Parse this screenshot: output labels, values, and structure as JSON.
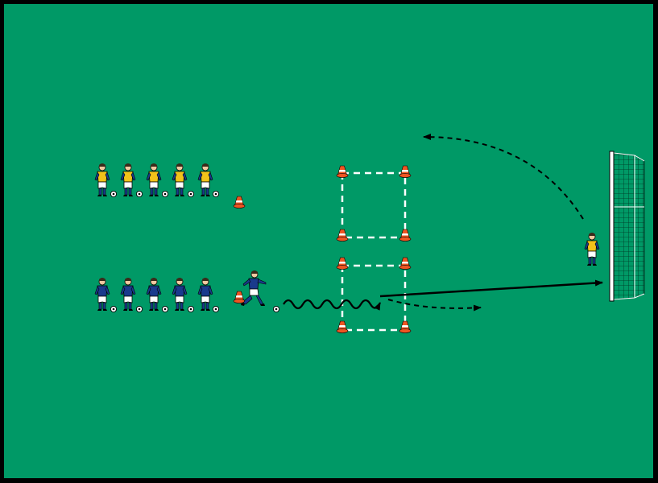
{
  "colors": {
    "border": "#000000",
    "pitch": "#009966",
    "team_yellow": "#f2c21a",
    "team_blue": "#1a3a8c",
    "shorts": "#ffffff",
    "cone": "#ee5522",
    "goal_net": "#006644"
  },
  "icons": {
    "player": "soccer-player-icon",
    "ball": "soccer-ball-icon",
    "cone": "training-cone-icon",
    "goal": "goal-net-icon"
  },
  "drill": {
    "yellow_queue_count": 5,
    "blue_queue_count": 5,
    "squares": 2,
    "goalkeepers": 1,
    "active_attacker": 1,
    "paths": [
      "dribble",
      "shot",
      "run-out",
      "goalkeeper-recovery-run"
    ]
  }
}
